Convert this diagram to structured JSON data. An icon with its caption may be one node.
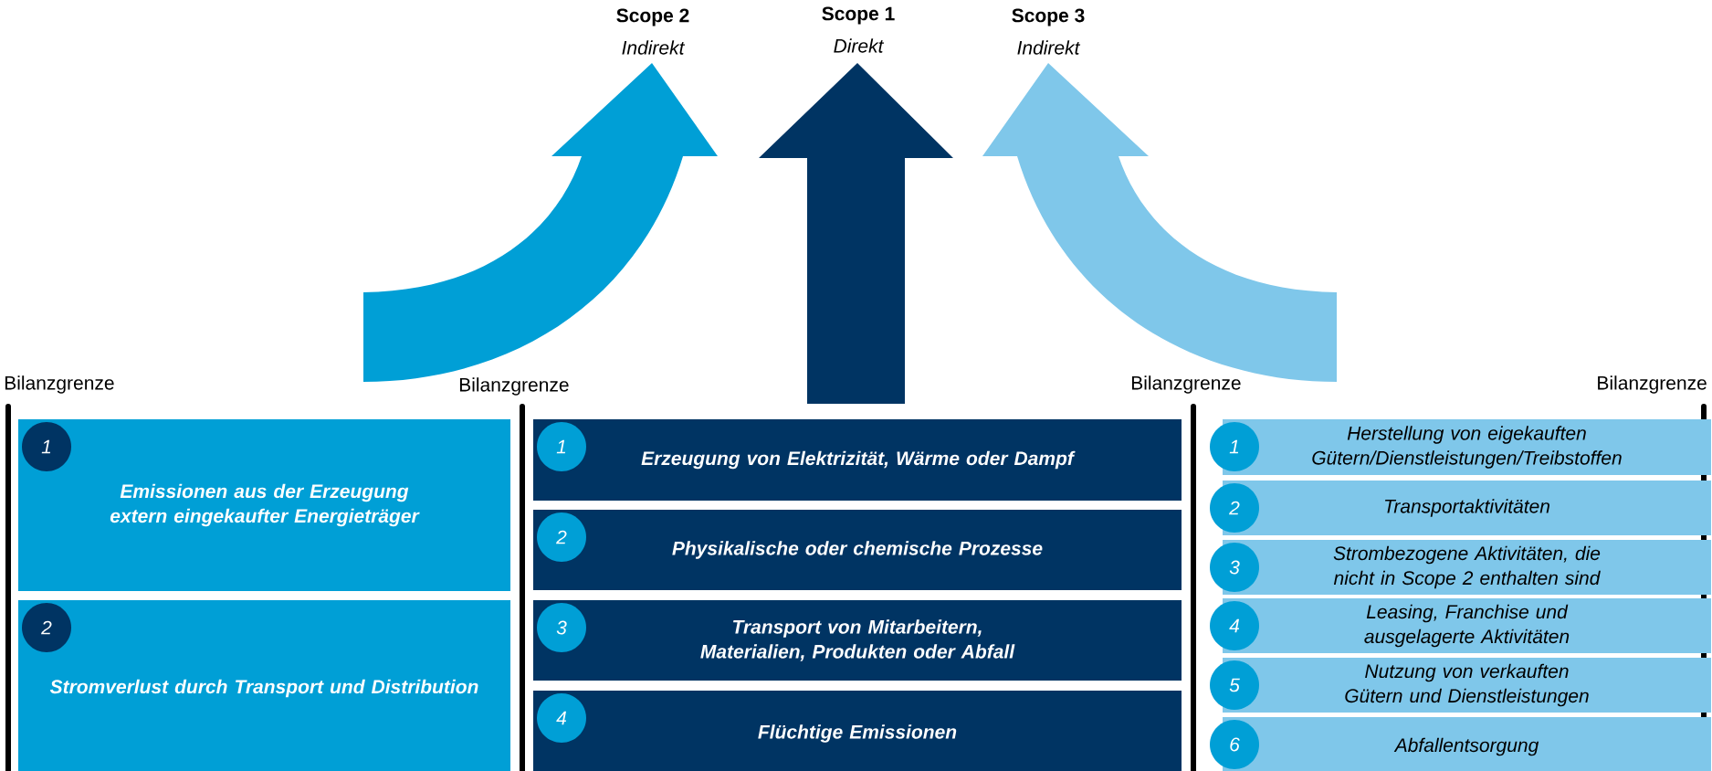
{
  "diagram": {
    "nodes": [
      {
        "text": [
          "Emissionen aus der Erzeugung extern eingekaufter Energieträger"
        ]
      },
      {
        "text": [
          "1"
        ],
        "in": 0
      },
      {
        "text": [
          "Stromverlust durch Transport und Distribution"
        ]
      },
      {
        "text": [
          "2"
        ],
        "in": 2
      },
      {
        "text": [
          "Erzeugung von Elektrizität, Wärme oder Dampf"
        ]
      },
      {
        "text": [
          "1"
        ],
        "in": 4
      },
      {
        "text": [
          "Physikalische oder chemische Prozesse"
        ]
      },
      {
        "text": [
          "2"
        ],
        "in": 6
      },
      {
        "text": [
          "Transport von Mitarbeitern, Materialien, Produkten oder Abfall"
        ]
      },
      {
        "text": [
          "3"
        ],
        "in": 8
      },
      {
        "text": [
          "Flüchtige Emissionen"
        ]
      },
      {
        "text": [
          "4"
        ],
        "in": 10
      },
      {
        "text": [
          "Herstellung von eigekauften Gütern/Dienstleistungen/Treibstoffen"
        ]
      },
      {
        "text": [
          "1"
        ],
        "in": 12
      },
      {
        "text": [
          "Transportaktivitäten"
        ]
      },
      {
        "text": [
          "2"
        ],
        "in": 14
      },
      {
        "text": [
          "Strombezogene Aktivitäten, die nicht in Scope 2 enthalten sind"
        ]
      },
      {
        "text": [
          "3"
        ],
        "in": 16
      },
      {
        "text": [
          "Leasing, Franchise und ausgelagerte Aktivitäten"
        ]
      },
      {
        "text": [
          "4"
        ],
        "in": 18
      },
      {
        "text": [
          "Nutzung von verkauften Gütern und Dienstleistungen"
        ]
      },
      {
        "text": [
          "5"
        ],
        "in": 20
      },
      {
        "text": [
          "Abfallentsorgung"
        ]
      },
      {
        "text": [
          "6"
        ],
        "in": 22
      }
    ],
    "labels": [
      "Scope 2",
      "Indirekt",
      "Scope 1",
      "Direkt",
      "Scope 3",
      "Indirekt",
      "Bilanzgrenze",
      "Bilanzgrenze",
      "Bilanzgrenze",
      "Bilanzgrenze"
    ]
  }
}
